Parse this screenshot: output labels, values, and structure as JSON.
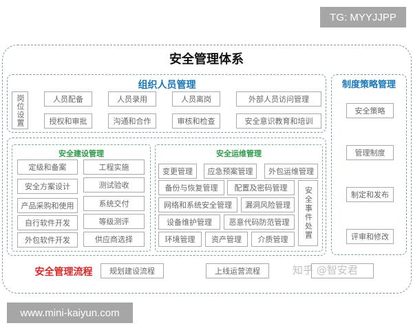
{
  "badges": {
    "top": "TG: MYYJJPP",
    "bottom": "www.mini-kaiyun.com"
  },
  "title": "安全管理体系",
  "org": {
    "title": "组织人员管理",
    "side": "岗位设置",
    "row1": [
      "人员配备",
      "人员录用",
      "人员离岗",
      "外部人员访问管理"
    ],
    "row2": [
      "授权和审批",
      "沟通和合作",
      "审核和检查",
      "安全意识教育和培训"
    ]
  },
  "policy": {
    "title": "制度策略管理",
    "items": [
      "安全策略",
      "管理制度",
      "制定和发布",
      "评审和修改"
    ]
  },
  "build": {
    "title": "安全建设管理",
    "col1": [
      "定级和备案",
      "安全方案设计",
      "产品采购和使用",
      "自行软件开发",
      "外包软件开发"
    ],
    "col2": [
      "工程实施",
      "测试验收",
      "系统交付",
      "等级测评",
      "供应商选择"
    ]
  },
  "ops": {
    "title": "安全运维管理",
    "items": [
      "变更管理",
      "应急预案管理",
      "外包运维管理",
      "备份与恢复管理",
      "配置及密码管理",
      "网络和系统安全管理",
      "漏洞风险管理",
      "设备维护管理",
      "恶意代码防范管理",
      "环境管理",
      "资产管理",
      "介质管理"
    ],
    "side": "安全事件处置"
  },
  "process": {
    "title": "安全管理流程",
    "items": [
      "规划建设流程",
      "上线运营流程",
      ""
    ]
  },
  "watermark": "知乎 @智安君",
  "colors": {
    "blue": "#1a78b8",
    "green": "#2f9a4a",
    "red": "#d42a2a"
  }
}
